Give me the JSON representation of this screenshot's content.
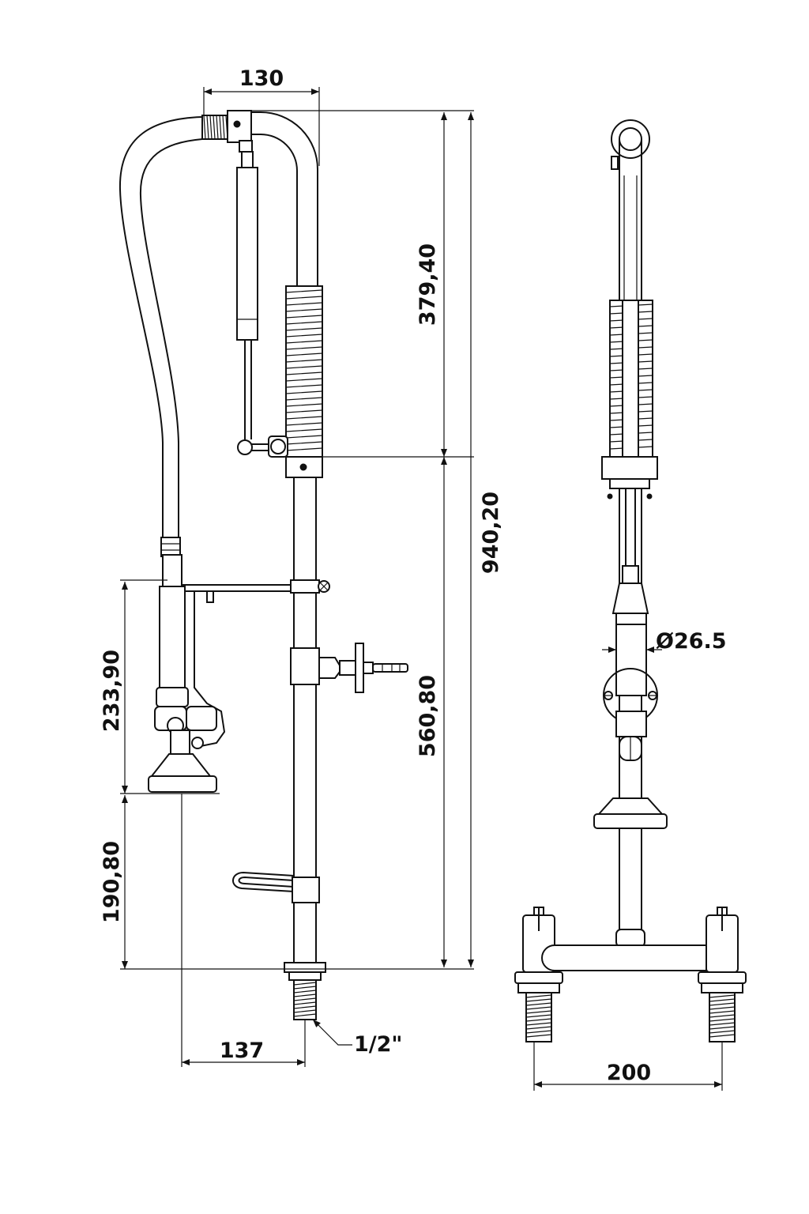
{
  "dimensions": {
    "top_width": "130",
    "upper_height": "379,40",
    "total_height": "940,20",
    "lower_height": "560,80",
    "spray_height": "233,90",
    "spray_base_height": "190,80",
    "spray_offset": "137",
    "inlet_thread": "1/2\"",
    "column_diameter": "Ø26.5",
    "mount_width": "200"
  }
}
